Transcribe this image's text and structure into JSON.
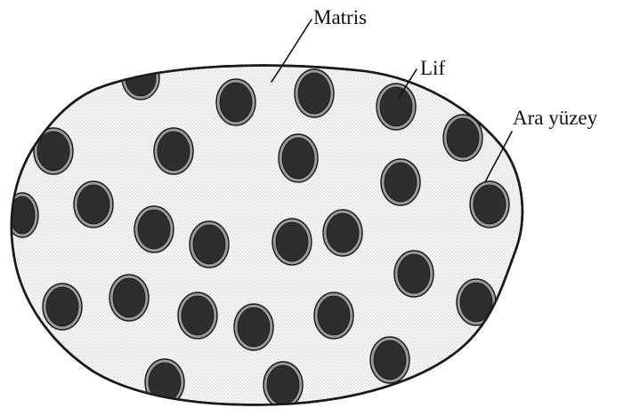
{
  "labels": {
    "matrix": "Matris",
    "fiber": "Lif",
    "interface": "Ara yüzey"
  },
  "colors": {
    "matrix_fill": "#f1f1f1",
    "outline": "#1a1a1a",
    "fiber_core": "#2e2e2e",
    "fiber_ring": "#9a9a9a"
  }
}
